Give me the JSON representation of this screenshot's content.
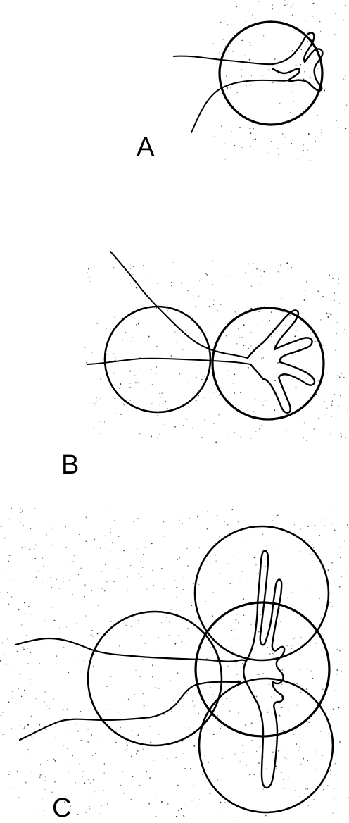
{
  "panels": [
    {
      "label": "A"
    },
    {
      "label": "B"
    },
    {
      "label": "C"
    }
  ],
  "colors": {
    "ink": "#000000",
    "background": "#ffffff"
  }
}
